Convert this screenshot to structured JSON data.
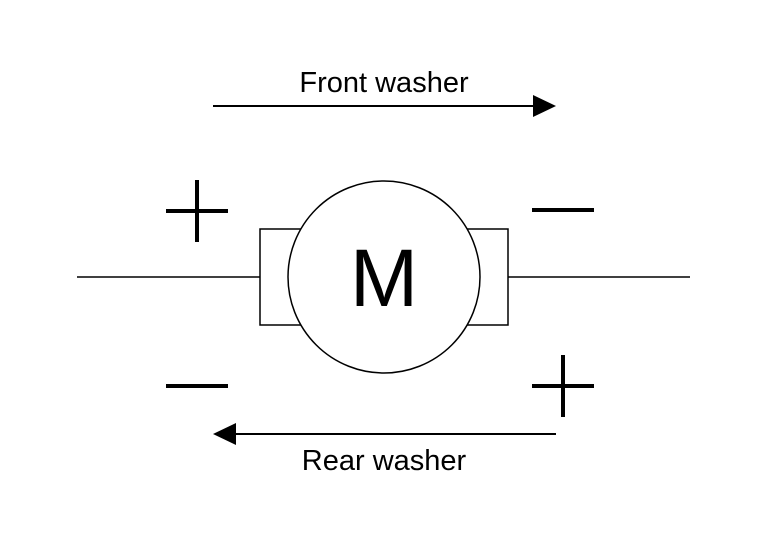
{
  "diagram": {
    "title": "DC motor polarity and washer direction",
    "motor_symbol": "M",
    "front_label": "Front washer",
    "rear_label": "Rear washer",
    "polarity_front": {
      "left": "+",
      "right": "−"
    },
    "polarity_rear": {
      "left": "−",
      "right": "+"
    },
    "front_arrow_direction": "right",
    "rear_arrow_direction": "left"
  },
  "colors": {
    "stroke": "#000000",
    "background": "#ffffff"
  }
}
